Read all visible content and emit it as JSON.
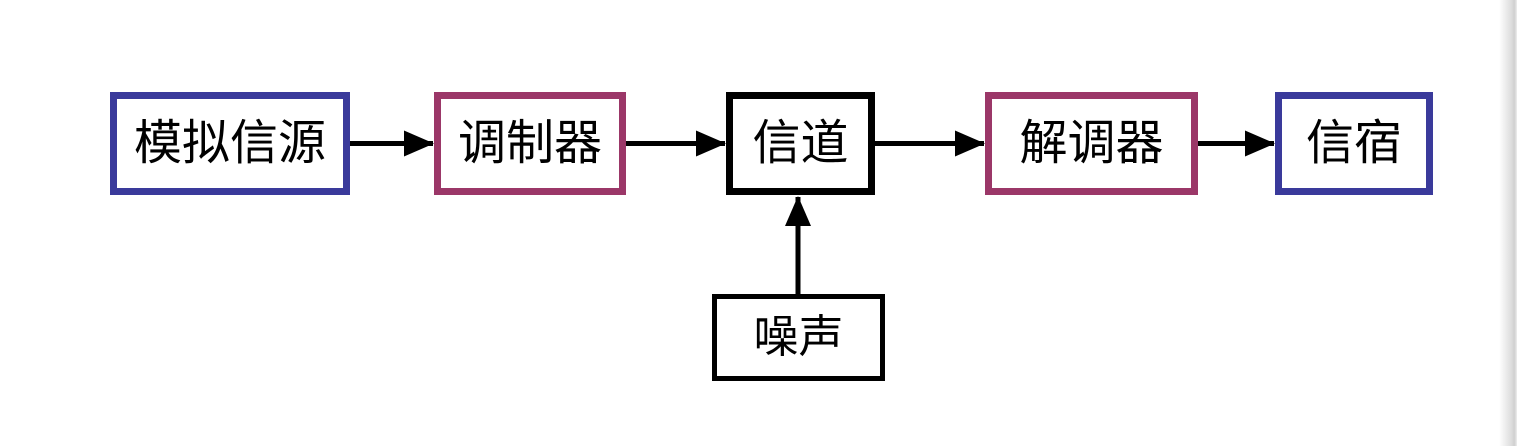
{
  "diagram": {
    "description": "Analog communication system block diagram",
    "nodes": [
      {
        "id": "analog-source",
        "label": "模拟信源",
        "border_color": "#3A3A9B"
      },
      {
        "id": "modulator",
        "label": "调制器",
        "border_color": "#9B3768"
      },
      {
        "id": "channel",
        "label": "信道",
        "border_color": "#000000"
      },
      {
        "id": "demodulator",
        "label": "解调器",
        "border_color": "#9B3768"
      },
      {
        "id": "sink",
        "label": "信宿",
        "border_color": "#3A3A9B"
      },
      {
        "id": "noise",
        "label": "噪声",
        "border_color": "#000000"
      }
    ],
    "edges": [
      {
        "from": "analog-source",
        "to": "modulator",
        "direction": "right"
      },
      {
        "from": "modulator",
        "to": "channel",
        "direction": "right"
      },
      {
        "from": "channel",
        "to": "demodulator",
        "direction": "right"
      },
      {
        "from": "demodulator",
        "to": "sink",
        "direction": "right"
      },
      {
        "from": "noise",
        "to": "channel",
        "direction": "up"
      }
    ],
    "colors": {
      "arrow": "#000000",
      "text": "#000000",
      "background": "#ffffff",
      "blue_border": "#3A3A9B",
      "plum_border": "#9B3768",
      "black_border": "#000000",
      "page_edge_shadow": "#cfcfcf"
    }
  }
}
